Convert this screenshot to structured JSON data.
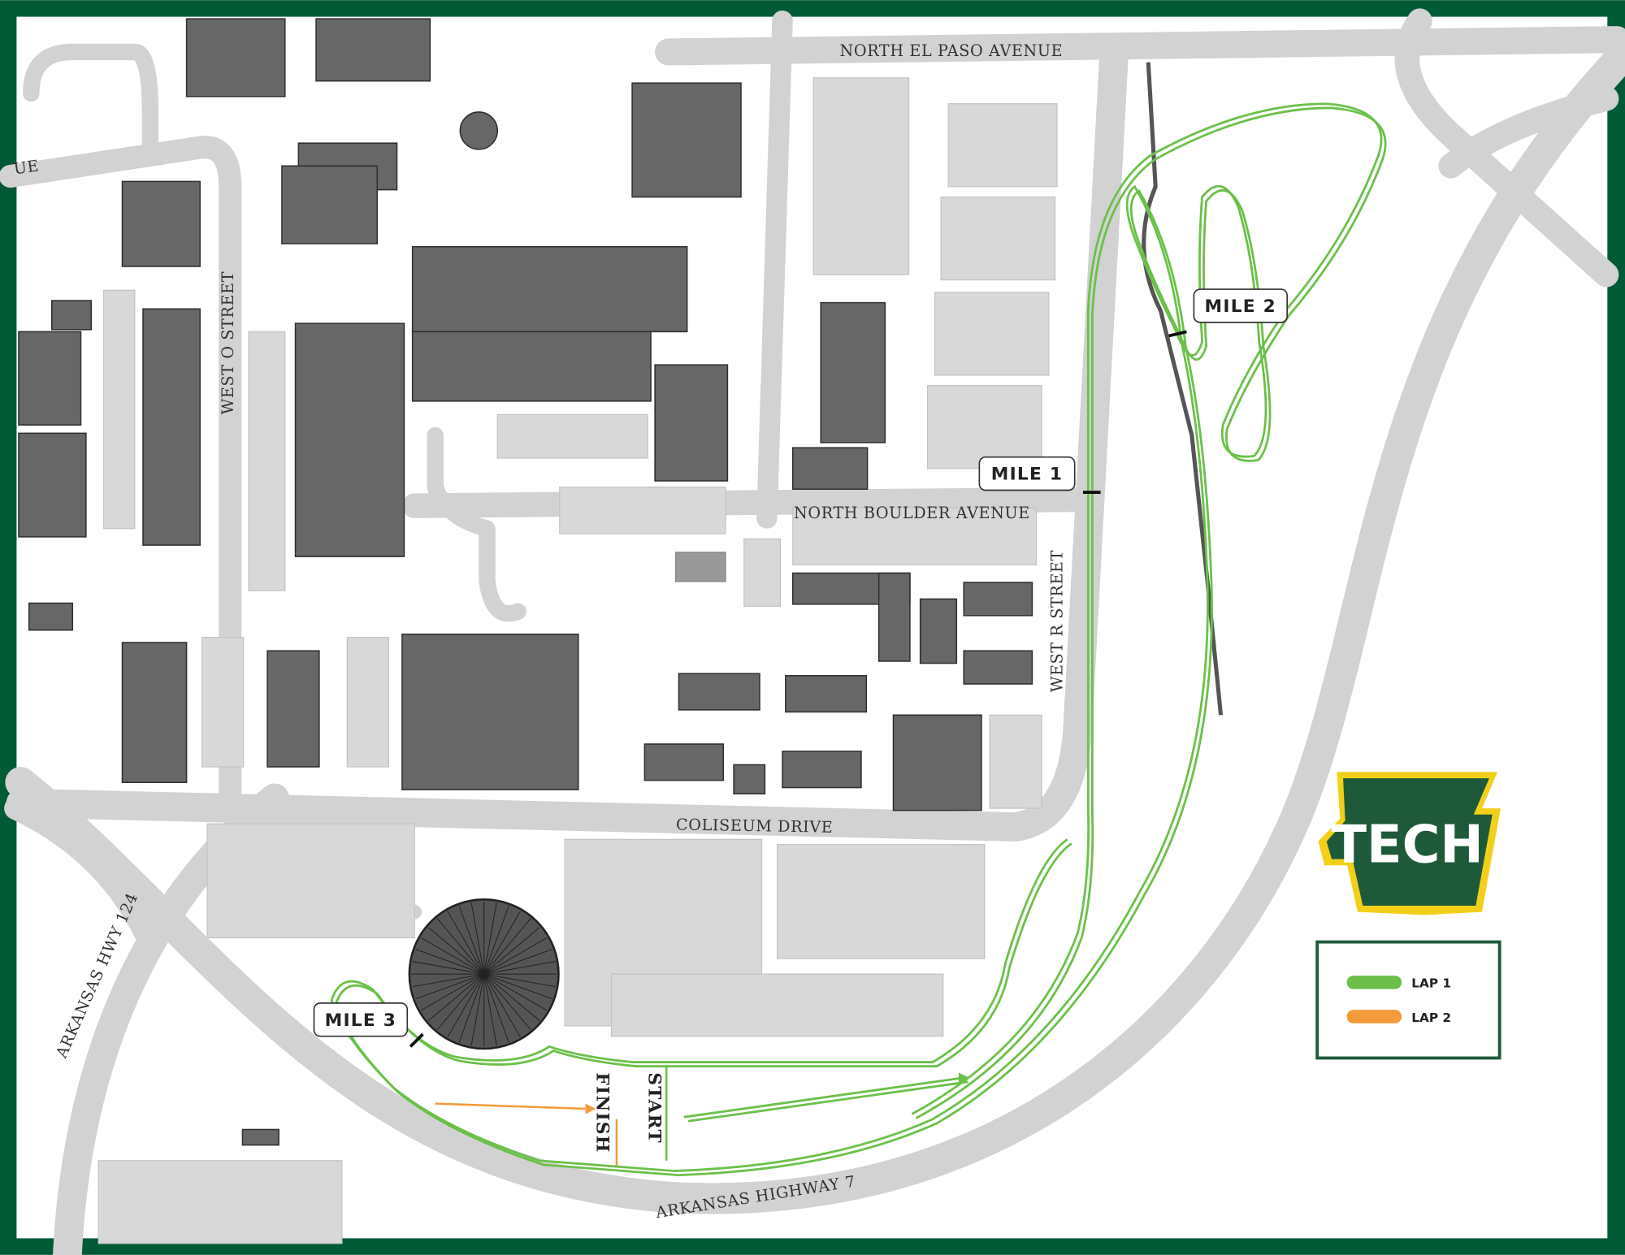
{
  "colors": {
    "frame": "#005a36",
    "lap1": "#6cc04a",
    "lap2": "#f39a3a",
    "road": "#d2d2d2",
    "building": "#676767",
    "logo_gold": "#f2d01a"
  },
  "streets": {
    "north_el_paso": "NORTH EL PASO AVENUE",
    "cut_avenue": "UE",
    "west_o": "WEST O STREET",
    "north_boulder": "NORTH BOULDER AVENUE",
    "west_r": "WEST R STREET",
    "coliseum": "COLISEUM DRIVE",
    "hwy_124": "ARKANSAS HWY 124",
    "hwy_7": "ARKANSAS HIGHWAY 7"
  },
  "markers": {
    "mile1": "MILE 1",
    "mile2": "MILE 2",
    "mile3": "MILE 3",
    "start": "START",
    "finish": "FINISH"
  },
  "logo": {
    "text": "TECH"
  },
  "legend": {
    "items": [
      {
        "label": "LAP 1",
        "color": "#6cc04a"
      },
      {
        "label": "LAP 2",
        "color": "#f39a3a"
      }
    ]
  }
}
